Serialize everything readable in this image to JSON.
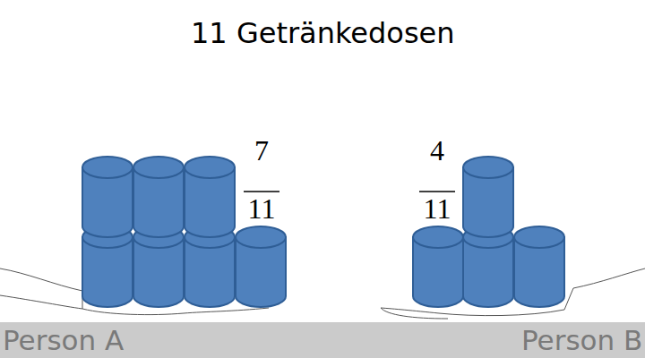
{
  "diagram": {
    "title": "11 Getränkedosen",
    "nodes": [
      {
        "text": [
          "Person A",
          "Person B"
        ]
      }
    ],
    "labels": [
      "7",
      "11",
      "4",
      "11"
    ]
  }
}
